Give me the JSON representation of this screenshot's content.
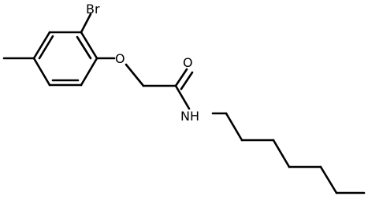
{
  "molecule": {
    "atoms": {
      "bromine": "Br",
      "ether_oxygen": "O",
      "carbonyl_oxygen": "O",
      "amide_nitrogen": "NH"
    }
  }
}
